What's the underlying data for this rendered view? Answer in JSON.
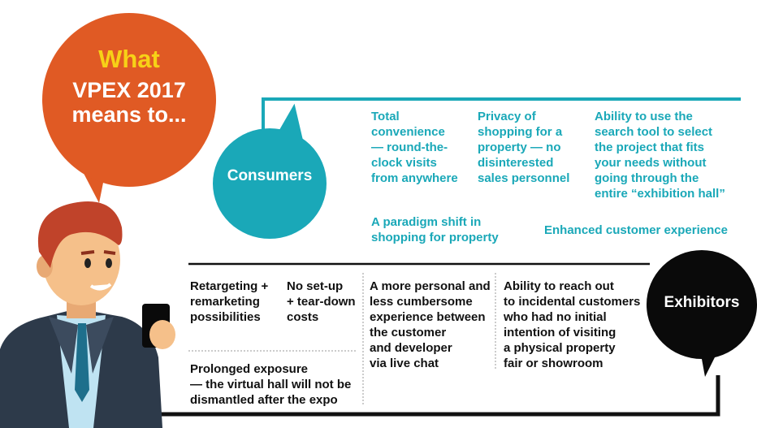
{
  "bubble": {
    "what": "What",
    "line1": "VPEX 2017",
    "line2": "means to..."
  },
  "consumers": {
    "label": "Consumers",
    "points": [
      [
        "Total",
        "convenience",
        "— round-the-",
        "clock visits",
        "from anywhere"
      ],
      [
        "Privacy of",
        "shopping for a",
        "property — no",
        "disinterested",
        "sales personnel"
      ],
      [
        "Ability to use the",
        "search tool to select",
        "the project that fits",
        "your needs without",
        "going through the",
        "entire “exhibition hall”"
      ],
      [
        "A paradigm shift in",
        "shopping for property"
      ],
      [
        "Enhanced customer experience"
      ]
    ]
  },
  "exhibitors": {
    "label": "Exhibitors",
    "points": [
      [
        "Retargeting +",
        "remarketing",
        "possibilities"
      ],
      [
        "No set-up",
        "+ tear-down",
        "costs"
      ],
      [
        "A more personal and",
        "less cumbersome",
        "experience between",
        "the customer",
        "and developer",
        "via live chat"
      ],
      [
        "Ability to reach out",
        "to incidental customers",
        "who had no initial",
        "intention of visiting",
        "a physical property",
        "fair or showroom"
      ],
      [
        "Prolonged exposure",
        "— the virtual hall will not be",
        "dismantled after the expo"
      ]
    ]
  },
  "colors": {
    "orange": "#e05a24",
    "yellow": "#f7d117",
    "teal": "#1aa8b8",
    "black": "#0a0a0a",
    "suit": "#2d3a4a",
    "hair": "#c0432a",
    "skin": "#f5c08a",
    "shirt": "#bfe3f2"
  }
}
